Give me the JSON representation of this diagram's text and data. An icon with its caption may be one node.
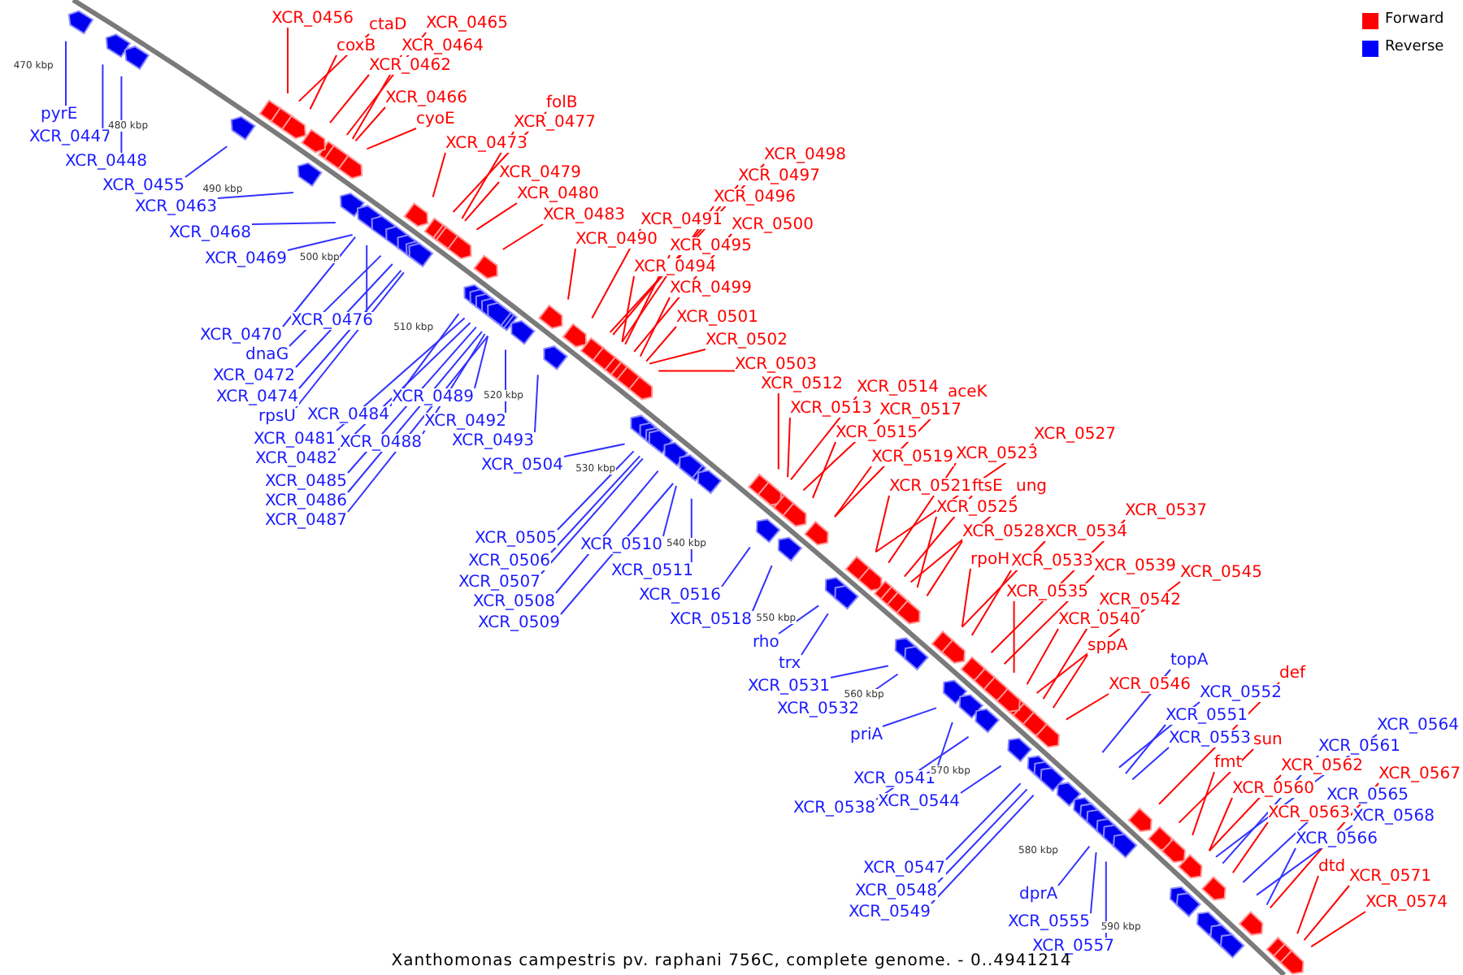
{
  "diagram": {
    "caption": "Xanthomonas campestris pv. raphani 756C, complete genome. - 0..4941214",
    "nodes": [
      {
        "text": [
          "XCR_0456"
        ]
      },
      {
        "text": [
          "ctaD"
        ]
      },
      {
        "text": [
          "XCR_0465"
        ]
      },
      {
        "text": [
          "coxB"
        ]
      },
      {
        "text": [
          "XCR_0464"
        ]
      },
      {
        "text": [
          "XCR_0462"
        ]
      },
      {
        "text": [
          "XCR_0466"
        ]
      },
      {
        "text": [
          "cyoE"
        ]
      },
      {
        "text": [
          "folB"
        ]
      },
      {
        "text": [
          "XCR_0477"
        ]
      },
      {
        "text": [
          "XCR_0473"
        ]
      },
      {
        "text": [
          "XCR_0479"
        ]
      },
      {
        "text": [
          "XCR_0480"
        ]
      },
      {
        "text": [
          "XCR_0483"
        ]
      },
      {
        "text": [
          "XCR_0498"
        ]
      },
      {
        "text": [
          "XCR_0497"
        ]
      },
      {
        "text": [
          "XCR_0496"
        ]
      },
      {
        "text": [
          "XCR_0491"
        ]
      },
      {
        "text": [
          "XCR_0500"
        ]
      },
      {
        "text": [
          "XCR_0490"
        ]
      },
      {
        "text": [
          "XCR_0495"
        ]
      },
      {
        "text": [
          "XCR_0494"
        ]
      },
      {
        "text": [
          "XCR_0499"
        ]
      },
      {
        "text": [
          "XCR_0501"
        ]
      },
      {
        "text": [
          "XCR_0502"
        ]
      },
      {
        "text": [
          "XCR_0503"
        ]
      },
      {
        "text": [
          "XCR_0512"
        ]
      },
      {
        "text": [
          "XCR_0514"
        ]
      },
      {
        "text": [
          "aceK"
        ]
      },
      {
        "text": [
          "XCR_0513"
        ]
      },
      {
        "text": [
          "XCR_0517"
        ]
      },
      {
        "text": [
          "XCR_0515"
        ]
      },
      {
        "text": [
          "XCR_0527"
        ]
      },
      {
        "text": [
          "XCR_0523"
        ]
      },
      {
        "text": [
          "XCR_0519"
        ]
      },
      {
        "text": [
          "XCR_0521"
        ]
      },
      {
        "text": [
          "ftsE"
        ]
      },
      {
        "text": [
          "ung"
        ]
      },
      {
        "text": [
          "XCR_0525"
        ]
      },
      {
        "text": [
          "XCR_0537"
        ]
      },
      {
        "text": [
          "XCR_0528"
        ]
      },
      {
        "text": [
          "XCR_0534"
        ]
      },
      {
        "text": [
          "rpoH"
        ]
      },
      {
        "text": [
          "XCR_0533"
        ]
      },
      {
        "text": [
          "XCR_0539"
        ]
      },
      {
        "text": [
          "XCR_0545"
        ]
      },
      {
        "text": [
          "XCR_0535"
        ]
      },
      {
        "text": [
          "XCR_0542"
        ]
      },
      {
        "text": [
          "XCR_0540"
        ]
      },
      {
        "text": [
          "sppA"
        ]
      },
      {
        "text": [
          "def"
        ]
      },
      {
        "text": [
          "XCR_0546"
        ]
      },
      {
        "text": [
          "sun"
        ]
      },
      {
        "text": [
          "fmt"
        ]
      },
      {
        "text": [
          "XCR_0562"
        ]
      },
      {
        "text": [
          "XCR_0567"
        ]
      },
      {
        "text": [
          "XCR_0560"
        ]
      },
      {
        "text": [
          "XCR_0563"
        ]
      },
      {
        "text": [
          "dtd"
        ]
      },
      {
        "text": [
          "XCR_0571"
        ]
      },
      {
        "text": [
          "XCR_0574"
        ]
      },
      {
        "text": [
          "pyrE"
        ]
      },
      {
        "text": [
          "XCR_0447"
        ]
      },
      {
        "text": [
          "XCR_0448"
        ]
      },
      {
        "text": [
          "XCR_0455"
        ]
      },
      {
        "text": [
          "XCR_0463"
        ]
      },
      {
        "text": [
          "XCR_0468"
        ]
      },
      {
        "text": [
          "XCR_0469"
        ]
      },
      {
        "text": [
          "XCR_0476"
        ]
      },
      {
        "text": [
          "XCR_0470"
        ]
      },
      {
        "text": [
          "dnaG"
        ]
      },
      {
        "text": [
          "XCR_0472"
        ]
      },
      {
        "text": [
          "XCR_0474"
        ]
      },
      {
        "text": [
          "XCR_0489"
        ]
      },
      {
        "text": [
          "XCR_0484"
        ]
      },
      {
        "text": [
          "rpsU"
        ]
      },
      {
        "text": [
          "XCR_0492"
        ]
      },
      {
        "text": [
          "XCR_0481"
        ]
      },
      {
        "text": [
          "XCR_0493"
        ]
      },
      {
        "text": [
          "XCR_0488"
        ]
      },
      {
        "text": [
          "XCR_0482"
        ]
      },
      {
        "text": [
          "XCR_0504"
        ]
      },
      {
        "text": [
          "XCR_0485"
        ]
      },
      {
        "text": [
          "XCR_0486"
        ]
      },
      {
        "text": [
          "XCR_0487"
        ]
      },
      {
        "text": [
          "XCR_0505"
        ]
      },
      {
        "text": [
          "XCR_0510"
        ]
      },
      {
        "text": [
          "XCR_0506"
        ]
      },
      {
        "text": [
          "XCR_0511"
        ]
      },
      {
        "text": [
          "XCR_0507"
        ]
      },
      {
        "text": [
          "XCR_0516"
        ]
      },
      {
        "text": [
          "XCR_0508"
        ]
      },
      {
        "text": [
          "XCR_0518"
        ]
      },
      {
        "text": [
          "XCR_0509"
        ]
      },
      {
        "text": [
          "rho"
        ]
      },
      {
        "text": [
          "topA"
        ]
      },
      {
        "text": [
          "trx"
        ]
      },
      {
        "text": [
          "XCR_0531"
        ]
      },
      {
        "text": [
          "XCR_0552"
        ]
      },
      {
        "text": [
          "XCR_0532"
        ]
      },
      {
        "text": [
          "XCR_0551"
        ]
      },
      {
        "text": [
          "XCR_0564"
        ]
      },
      {
        "text": [
          "priA"
        ]
      },
      {
        "text": [
          "XCR_0553"
        ]
      },
      {
        "text": [
          "XCR_0561"
        ]
      },
      {
        "text": [
          "XCR_0541"
        ]
      },
      {
        "text": [
          "XCR_0565"
        ]
      },
      {
        "text": [
          "XCR_0544"
        ]
      },
      {
        "text": [
          "XCR_0538"
        ]
      },
      {
        "text": [
          "XCR_0568"
        ]
      },
      {
        "text": [
          "XCR_0566"
        ]
      },
      {
        "text": [
          "XCR_0547"
        ]
      },
      {
        "text": [
          "XCR_0548"
        ]
      },
      {
        "text": [
          "dprA"
        ]
      },
      {
        "text": [
          "XCR_0549"
        ]
      },
      {
        "text": [
          "XCR_0555"
        ]
      },
      {
        "text": [
          "XCR_0557"
        ]
      }
    ],
    "edges": [
      {
        "from": 0,
        "to": null,
        "arrow": "none",
        "color": "#ff0000"
      },
      {
        "from": 1,
        "to": null,
        "arrow": "none",
        "color": "#ff0000"
      },
      {
        "from": 2,
        "to": null,
        "arrow": "none",
        "color": "#ff0000"
      },
      {
        "from": 3,
        "to": null,
        "arrow": "none",
        "color": "#ff0000"
      },
      {
        "from": 4,
        "to": null,
        "arrow": "none",
        "color": "#ff0000"
      },
      {
        "from": 5,
        "to": null,
        "arrow": "none",
        "color": "#ff0000"
      },
      {
        "from": 6,
        "to": null,
        "arrow": "none",
        "color": "#ff0000"
      },
      {
        "from": 7,
        "to": null,
        "arrow": "none",
        "color": "#ff0000"
      },
      {
        "from": 8,
        "to": null,
        "arrow": "none",
        "color": "#ff0000"
      },
      {
        "from": 9,
        "to": null,
        "arrow": "none",
        "color": "#ff0000"
      },
      {
        "from": 10,
        "to": null,
        "arrow": "none",
        "color": "#ff0000"
      },
      {
        "from": 11,
        "to": null,
        "arrow": "none",
        "color": "#ff0000"
      },
      {
        "from": 12,
        "to": null,
        "arrow": "none",
        "color": "#ff0000"
      },
      {
        "from": 13,
        "to": null,
        "arrow": "none",
        "color": "#ff0000"
      },
      {
        "from": 14,
        "to": null,
        "arrow": "none",
        "color": "#ff0000"
      },
      {
        "from": 15,
        "to": null,
        "arrow": "none",
        "color": "#ff0000"
      },
      {
        "from": 16,
        "to": null,
        "arrow": "none",
        "color": "#ff0000"
      },
      {
        "from": 17,
        "to": null,
        "arrow": "none",
        "color": "#ff0000"
      },
      {
        "from": 18,
        "to": null,
        "arrow": "none",
        "color": "#ff0000"
      },
      {
        "from": 19,
        "to": null,
        "arrow": "none",
        "color": "#ff0000"
      },
      {
        "from": 20,
        "to": null,
        "arrow": "none",
        "color": "#ff0000"
      },
      {
        "from": 21,
        "to": null,
        "arrow": "none",
        "color": "#ff0000"
      },
      {
        "from": 22,
        "to": null,
        "arrow": "none",
        "color": "#ff0000"
      },
      {
        "from": 23,
        "to": null,
        "arrow": "none",
        "color": "#ff0000"
      },
      {
        "from": 24,
        "to": null,
        "arrow": "none",
        "color": "#ff0000"
      },
      {
        "from": 25,
        "to": null,
        "arrow": "none",
        "color": "#ff0000"
      },
      {
        "from": 26,
        "to": null,
        "arrow": "none",
        "color": "#ff0000"
      },
      {
        "from": 27,
        "to": null,
        "arrow": "none",
        "color": "#ff0000"
      },
      {
        "from": 28,
        "to": null,
        "arrow": "none",
        "color": "#ff0000"
      },
      {
        "from": 29,
        "to": null,
        "arrow": "none",
        "color": "#ff0000"
      },
      {
        "from": 30,
        "to": null,
        "arrow": "none",
        "color": "#ff0000"
      },
      {
        "from": 31,
        "to": null,
        "arrow": "none",
        "color": "#ff0000"
      },
      {
        "from": 32,
        "to": null,
        "arrow": "none",
        "color": "#ff0000"
      },
      {
        "from": 33,
        "to": null,
        "arrow": "none",
        "color": "#ff0000"
      },
      {
        "from": 34,
        "to": null,
        "arrow": "none",
        "color": "#ff0000"
      },
      {
        "from": 35,
        "to": null,
        "arrow": "none",
        "color": "#ff0000"
      },
      {
        "from": 36,
        "to": null,
        "arrow": "none",
        "color": "#ff0000"
      },
      {
        "from": 37,
        "to": null,
        "arrow": "none",
        "color": "#ff0000"
      },
      {
        "from": 38,
        "to": null,
        "arrow": "none",
        "color": "#ff0000"
      },
      {
        "from": 39,
        "to": null,
        "arrow": "none",
        "color": "#ff0000"
      },
      {
        "from": 40,
        "to": null,
        "arrow": "none",
        "color": "#ff0000"
      },
      {
        "from": 41,
        "to": null,
        "arrow": "none",
        "color": "#ff0000"
      },
      {
        "from": 42,
        "to": null,
        "arrow": "none",
        "color": "#ff0000"
      },
      {
        "from": 43,
        "to": null,
        "arrow": "none",
        "color": "#ff0000"
      },
      {
        "from": 44,
        "to": null,
        "arrow": "none",
        "color": "#ff0000"
      },
      {
        "from": 45,
        "to": null,
        "arrow": "none",
        "color": "#ff0000"
      },
      {
        "from": 46,
        "to": null,
        "arrow": "none",
        "color": "#ff0000"
      },
      {
        "from": 47,
        "to": null,
        "arrow": "none",
        "color": "#ff0000"
      },
      {
        "from": 48,
        "to": null,
        "arrow": "none",
        "color": "#ff0000"
      },
      {
        "from": 49,
        "to": null,
        "arrow": "none",
        "color": "#ff0000"
      },
      {
        "from": 50,
        "to": null,
        "arrow": "none",
        "color": "#ff0000"
      },
      {
        "from": 51,
        "to": null,
        "arrow": "none",
        "color": "#ff0000"
      },
      {
        "from": 52,
        "to": null,
        "arrow": "none",
        "color": "#ff0000"
      },
      {
        "from": 53,
        "to": null,
        "arrow": "none",
        "color": "#ff0000"
      },
      {
        "from": 54,
        "to": null,
        "arrow": "none",
        "color": "#ff0000"
      },
      {
        "from": 55,
        "to": null,
        "arrow": "none",
        "color": "#ff0000"
      },
      {
        "from": 56,
        "to": null,
        "arrow": "none",
        "color": "#ff0000"
      },
      {
        "from": 57,
        "to": null,
        "arrow": "none",
        "color": "#ff0000"
      },
      {
        "from": 58,
        "to": null,
        "arrow": "none",
        "color": "#ff0000"
      },
      {
        "from": 59,
        "to": null,
        "arrow": "none",
        "color": "#ff0000"
      },
      {
        "from": 60,
        "to": null,
        "arrow": "none",
        "color": "#ff0000"
      },
      {
        "from": 61,
        "to": null,
        "arrow": "none",
        "color": "#3333ff"
      },
      {
        "from": 62,
        "to": null,
        "arrow": "none",
        "color": "#3333ff"
      },
      {
        "from": 63,
        "to": null,
        "arrow": "none",
        "color": "#3333ff"
      },
      {
        "from": 64,
        "to": null,
        "arrow": "none",
        "color": "#3333ff"
      },
      {
        "from": 65,
        "to": null,
        "arrow": "none",
        "color": "#3333ff"
      },
      {
        "from": 66,
        "to": null,
        "arrow": "none",
        "color": "#3333ff"
      },
      {
        "from": 67,
        "to": null,
        "arrow": "none",
        "color": "#3333ff"
      },
      {
        "from": 68,
        "to": null,
        "arrow": "none",
        "color": "#3333ff"
      },
      {
        "from": 69,
        "to": null,
        "arrow": "none",
        "color": "#3333ff"
      },
      {
        "from": 70,
        "to": null,
        "arrow": "none",
        "color": "#3333ff"
      },
      {
        "from": 71,
        "to": null,
        "arrow": "none",
        "color": "#3333ff"
      },
      {
        "from": 72,
        "to": null,
        "arrow": "none",
        "color": "#3333ff"
      },
      {
        "from": 73,
        "to": null,
        "arrow": "none",
        "color": "#3333ff"
      },
      {
        "from": 74,
        "to": null,
        "arrow": "none",
        "color": "#3333ff"
      },
      {
        "from": 75,
        "to": null,
        "arrow": "none",
        "color": "#3333ff"
      },
      {
        "from": 76,
        "to": null,
        "arrow": "none",
        "color": "#3333ff"
      },
      {
        "from": 77,
        "to": null,
        "arrow": "none",
        "color": "#3333ff"
      },
      {
        "from": 78,
        "to": null,
        "arrow": "none",
        "color": "#3333ff"
      },
      {
        "from": 79,
        "to": null,
        "arrow": "none",
        "color": "#3333ff"
      },
      {
        "from": 80,
        "to": null,
        "arrow": "none",
        "color": "#3333ff"
      },
      {
        "from": 81,
        "to": null,
        "arrow": "none",
        "color": "#3333ff"
      },
      {
        "from": 82,
        "to": null,
        "arrow": "none",
        "color": "#3333ff"
      },
      {
        "from": 83,
        "to": null,
        "arrow": "none",
        "color": "#3333ff"
      },
      {
        "from": 84,
        "to": null,
        "arrow": "none",
        "color": "#3333ff"
      },
      {
        "from": 85,
        "to": null,
        "arrow": "none",
        "color": "#3333ff"
      },
      {
        "from": 86,
        "to": null,
        "arrow": "none",
        "color": "#3333ff"
      },
      {
        "from": 87,
        "to": null,
        "arrow": "none",
        "color": "#3333ff"
      },
      {
        "from": 88,
        "to": null,
        "arrow": "none",
        "color": "#3333ff"
      },
      {
        "from": 89,
        "to": null,
        "arrow": "none",
        "color": "#3333ff"
      },
      {
        "from": 90,
        "to": null,
        "arrow": "none",
        "color": "#3333ff"
      },
      {
        "from": 91,
        "to": null,
        "arrow": "none",
        "color": "#3333ff"
      },
      {
        "from": 92,
        "to": null,
        "arrow": "none",
        "color": "#3333ff"
      },
      {
        "from": 93,
        "to": null,
        "arrow": "none",
        "color": "#3333ff"
      },
      {
        "from": 94,
        "to": null,
        "arrow": "none",
        "color": "#3333ff"
      },
      {
        "from": 95,
        "to": null,
        "arrow": "none",
        "color": "#3333ff"
      },
      {
        "from": 96,
        "to": null,
        "arrow": "none",
        "color": "#3333ff"
      },
      {
        "from": 97,
        "to": null,
        "arrow": "none",
        "color": "#3333ff"
      },
      {
        "from": 98,
        "to": null,
        "arrow": "none",
        "color": "#3333ff"
      },
      {
        "from": 99,
        "to": null,
        "arrow": "none",
        "color": "#3333ff"
      },
      {
        "from": 100,
        "to": null,
        "arrow": "none",
        "color": "#3333ff"
      },
      {
        "from": 101,
        "to": null,
        "arrow": "none",
        "color": "#3333ff"
      },
      {
        "from": 102,
        "to": null,
        "arrow": "none",
        "color": "#3333ff"
      },
      {
        "from": 103,
        "to": null,
        "arrow": "none",
        "color": "#3333ff"
      },
      {
        "from": 104,
        "to": null,
        "arrow": "none",
        "color": "#3333ff"
      },
      {
        "from": 105,
        "to": null,
        "arrow": "none",
        "color": "#3333ff"
      },
      {
        "from": 106,
        "to": null,
        "arrow": "none",
        "color": "#3333ff"
      },
      {
        "from": 107,
        "to": null,
        "arrow": "none",
        "color": "#3333ff"
      },
      {
        "from": 108,
        "to": null,
        "arrow": "none",
        "color": "#3333ff"
      },
      {
        "from": 109,
        "to": null,
        "arrow": "none",
        "color": "#3333ff"
      },
      {
        "from": 110,
        "to": null,
        "arrow": "none",
        "color": "#3333ff"
      },
      {
        "from": 111,
        "to": null,
        "arrow": "none",
        "color": "#3333ff"
      },
      {
        "from": 112,
        "to": null,
        "arrow": "none",
        "color": "#3333ff"
      },
      {
        "from": 113,
        "to": null,
        "arrow": "none",
        "color": "#3333ff"
      },
      {
        "from": 114,
        "to": null,
        "arrow": "none",
        "color": "#3333ff"
      },
      {
        "from": 115,
        "to": null,
        "arrow": "none",
        "color": "#3333ff"
      },
      {
        "from": 116,
        "to": null,
        "arrow": "none",
        "color": "#3333ff"
      }
    ],
    "labels": [
      "470 kbp",
      "480 kbp",
      "490 kbp",
      "500 kbp",
      "510 kbp",
      "520 kbp",
      "530 kbp",
      "540 kbp",
      "550 kbp",
      "560 kbp",
      "570 kbp",
      "580 kbp",
      "590 kbp"
    ],
    "legend": [
      {
        "text": "Forward",
        "color": "#ff0000"
      },
      {
        "text": "Reverse",
        "color": "#0000ff"
      }
    ]
  }
}
